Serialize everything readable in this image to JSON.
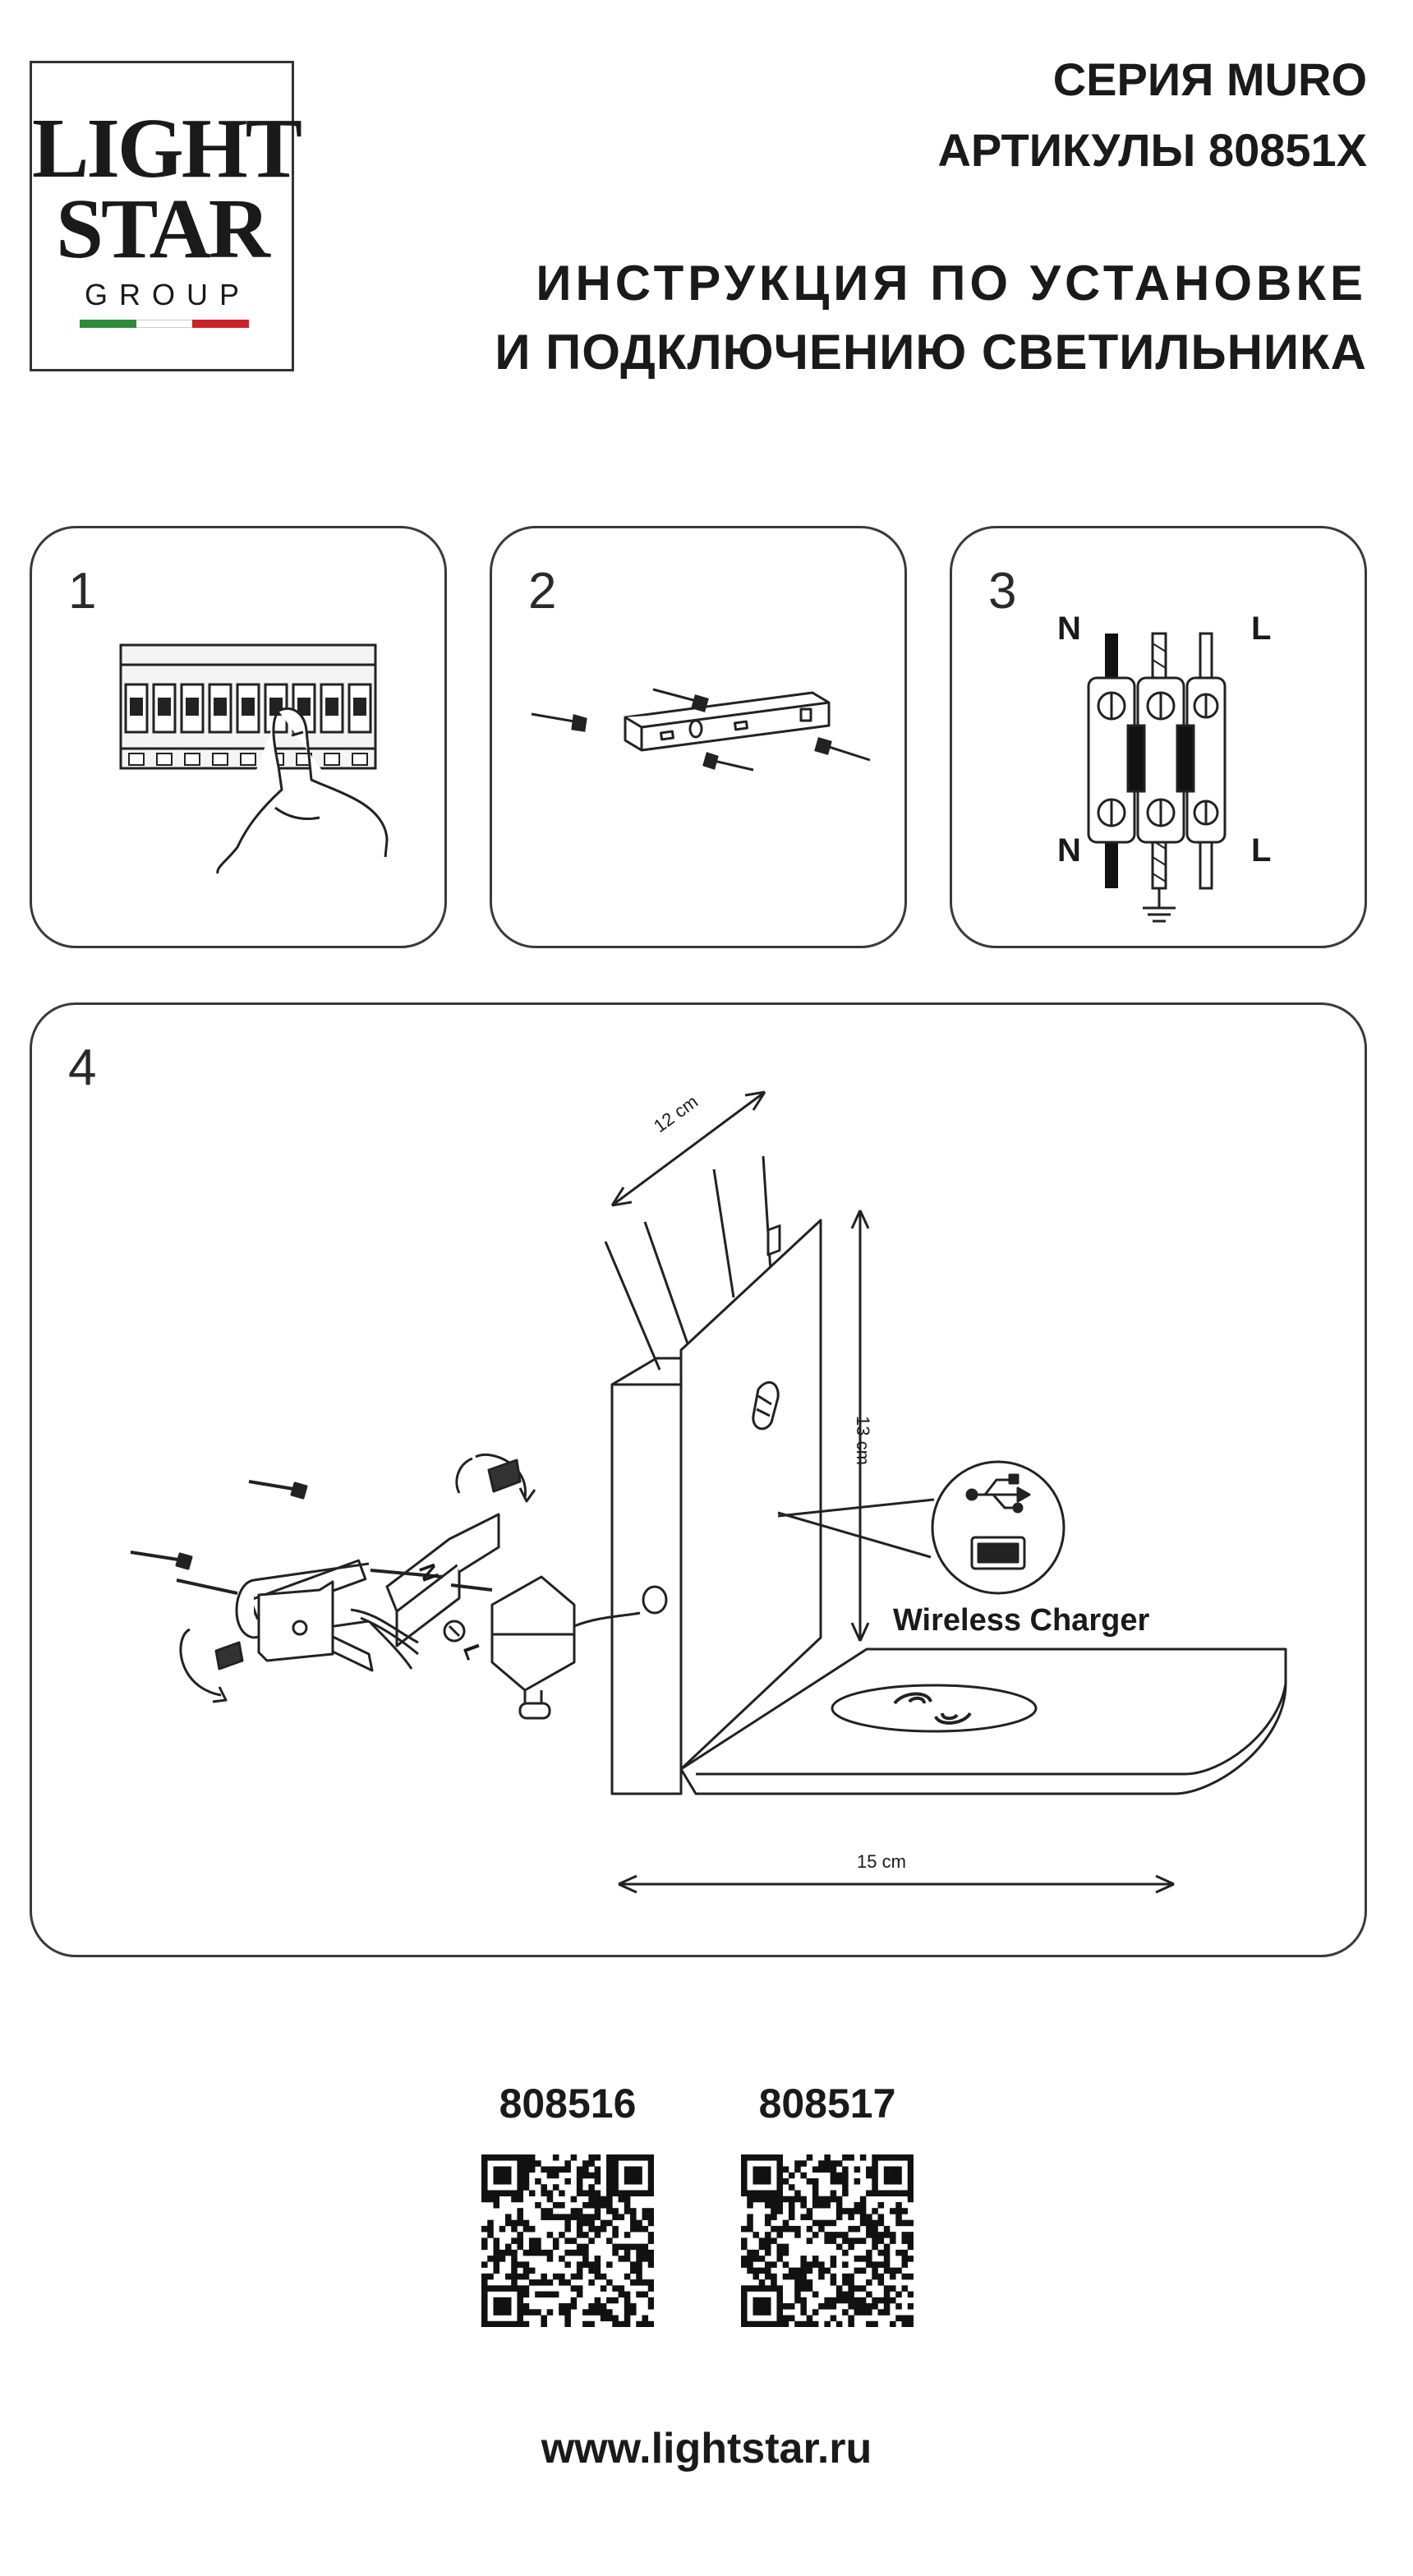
{
  "logo": {
    "line1": "LIGHT",
    "line2": "STAR",
    "line3": "GROUP",
    "flag_colors": [
      "#2e8b3a",
      "#ffffff",
      "#cc2229"
    ]
  },
  "header": {
    "series": "СЕРИЯ MURO",
    "articles": "АРТИКУЛЫ 80851X",
    "title_line1": "ИНСТРУКЦИЯ ПО УСТАНОВКЕ",
    "title_line2": "И ПОДКЛЮЧЕНИЮ СВЕТИЛЬНИКА"
  },
  "steps": [
    {
      "number": "1",
      "icon": "circuit-breaker-off-icon"
    },
    {
      "number": "2",
      "icon": "mounting-bracket-screws-icon"
    },
    {
      "number": "3",
      "icon": "terminal-block-wiring-icon",
      "labels": {
        "n_top": "N",
        "l_top": "L",
        "n_bottom": "N",
        "l_bottom": "L"
      }
    },
    {
      "number": "4",
      "icon": "lamp-assembly-icon",
      "dimensions": {
        "depth": "12 cm",
        "height": "13 cm",
        "width": "15 cm"
      },
      "feature_label": "Wireless Charger",
      "wire_labels": {
        "n": "N",
        "l": "L"
      }
    }
  ],
  "articles_list": [
    {
      "code": "808516",
      "icon": "qr-code-icon"
    },
    {
      "code": "808517",
      "icon": "qr-code-icon"
    }
  ],
  "footer": {
    "website": "www.lightstar.ru"
  }
}
